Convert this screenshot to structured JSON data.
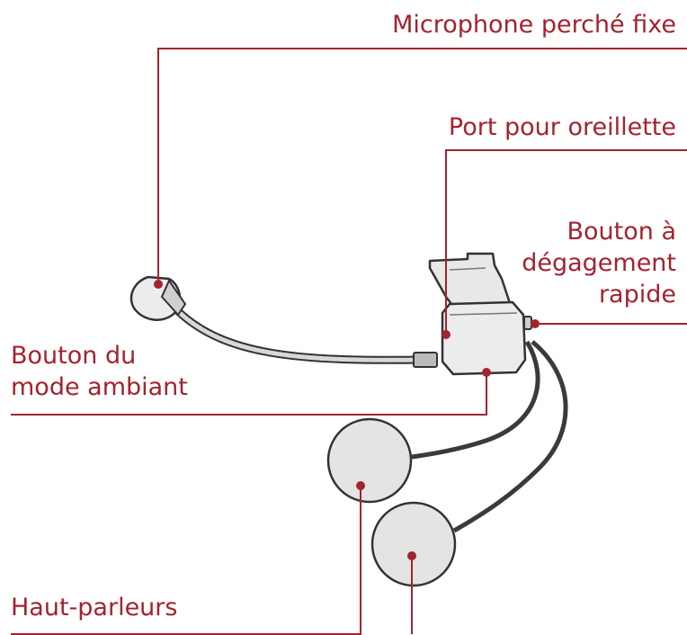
{
  "colors": {
    "callout": "#a3232f",
    "device_fill": "#ececec",
    "device_outline": "#333333",
    "speaker_fill": "#e4e4e4",
    "cable": "#3a3a3a"
  },
  "labels": {
    "microphone": "Microphone perché fixe",
    "earbud_port": "Port pour oreillette",
    "release_line1": "Bouton à",
    "release_line2": "dégagement",
    "release_line3": "rapide",
    "ambient_line1": "Bouton du",
    "ambient_line2": "mode ambiant",
    "speakers": "Haut-parleurs"
  }
}
